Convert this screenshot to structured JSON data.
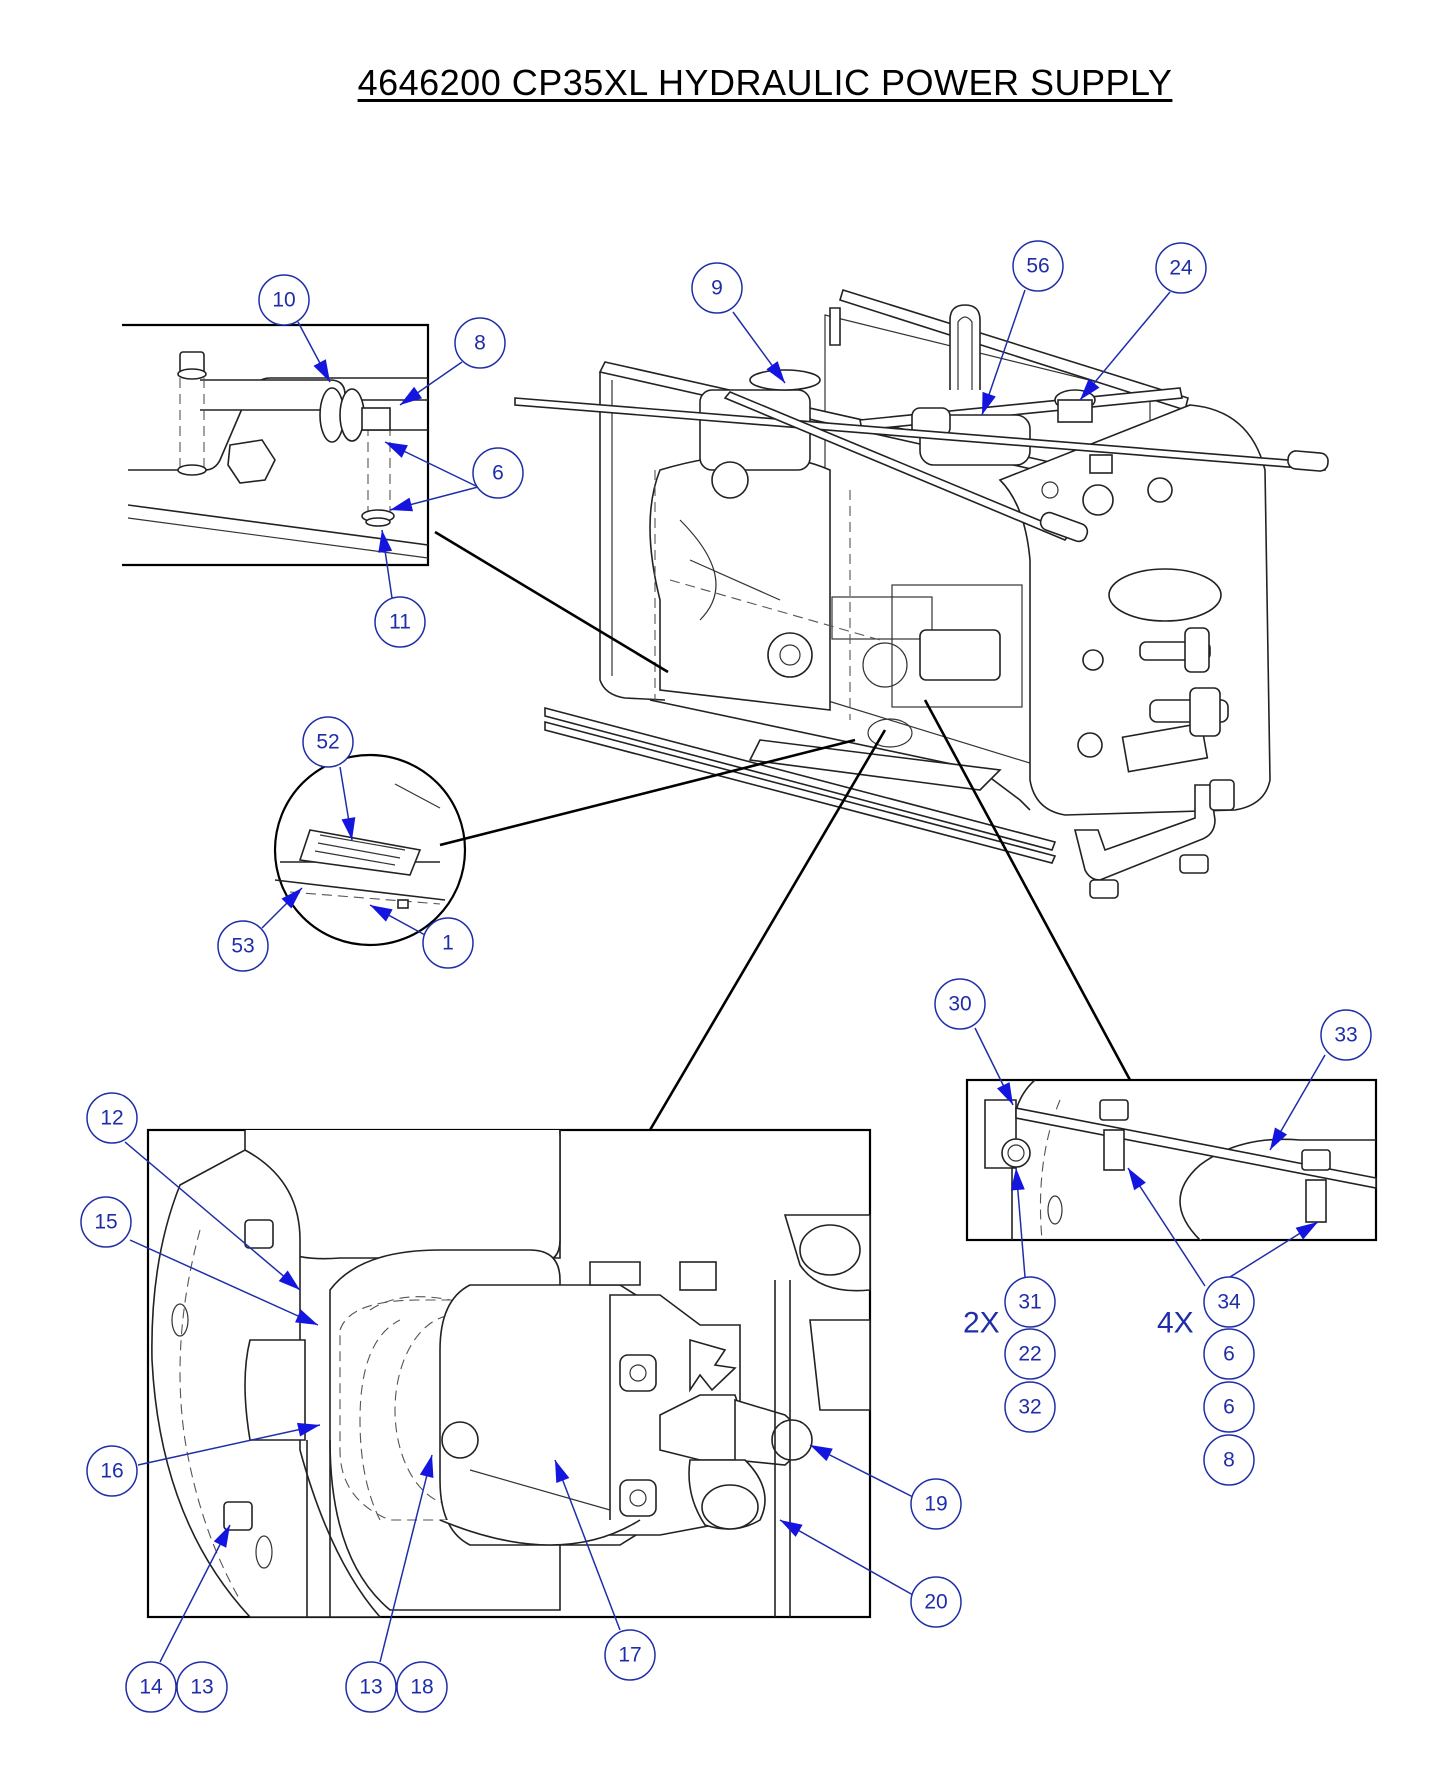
{
  "title": "4646200 CP35XL HYDRAULIC POWER SUPPLY",
  "colors": {
    "callout": "#1f2ea8",
    "arrow": "#1515e0",
    "line": "#000000"
  },
  "callouts": [
    {
      "id": "c10",
      "label": "10"
    },
    {
      "id": "c8a",
      "label": "8"
    },
    {
      "id": "c6a",
      "label": "6"
    },
    {
      "id": "c11",
      "label": "11"
    },
    {
      "id": "c9",
      "label": "9"
    },
    {
      "id": "c56",
      "label": "56"
    },
    {
      "id": "c24",
      "label": "24"
    },
    {
      "id": "c52",
      "label": "52"
    },
    {
      "id": "c53",
      "label": "53"
    },
    {
      "id": "c1",
      "label": "1"
    },
    {
      "id": "c30",
      "label": "30"
    },
    {
      "id": "c33",
      "label": "33"
    },
    {
      "id": "c31",
      "label": "31"
    },
    {
      "id": "c22",
      "label": "22"
    },
    {
      "id": "c32",
      "label": "32"
    },
    {
      "id": "c34",
      "label": "34"
    },
    {
      "id": "c6b",
      "label": "6"
    },
    {
      "id": "c6c",
      "label": "6"
    },
    {
      "id": "c8b",
      "label": "8"
    },
    {
      "id": "c12",
      "label": "12"
    },
    {
      "id": "c15",
      "label": "15"
    },
    {
      "id": "c16",
      "label": "16"
    },
    {
      "id": "c19",
      "label": "19"
    },
    {
      "id": "c20",
      "label": "20"
    },
    {
      "id": "c17",
      "label": "17"
    },
    {
      "id": "c14",
      "label": "14"
    },
    {
      "id": "c13a",
      "label": "13"
    },
    {
      "id": "c13b",
      "label": "13"
    },
    {
      "id": "c18",
      "label": "18"
    }
  ],
  "quantities": [
    {
      "id": "q2x",
      "label": "2X"
    },
    {
      "id": "q4x",
      "label": "4X"
    }
  ]
}
